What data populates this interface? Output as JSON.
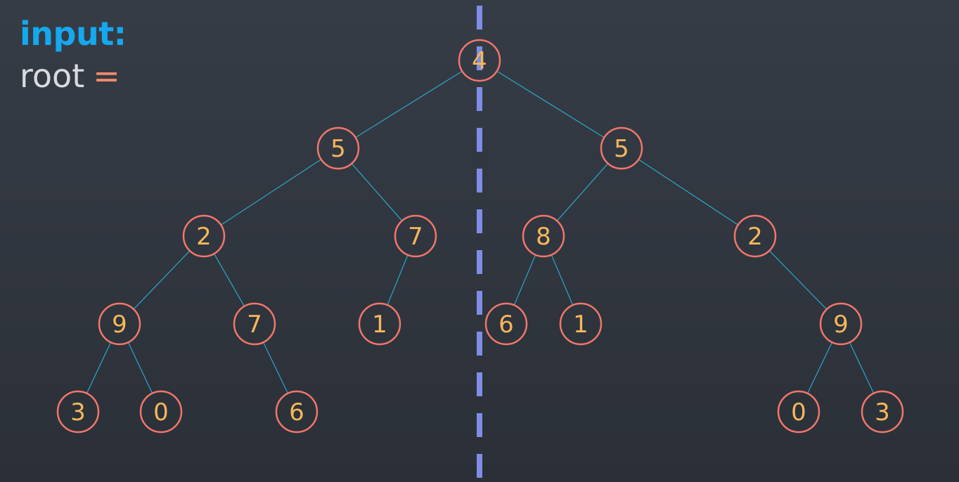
{
  "header": {
    "input_label": "input:",
    "root_label": "root",
    "equals": "="
  },
  "colors": {
    "background": "#31363f",
    "input_label": "#14a8ee",
    "node_outline": "#f2766a",
    "node_value": "#f6b75a",
    "edge": "#2aa7c9",
    "mirror_axis": "#7e8ee6"
  },
  "tree": {
    "value": "4",
    "children": [
      {
        "value": "5",
        "children": [
          {
            "value": "2",
            "children": [
              {
                "value": "9",
                "children": [
                  {
                    "value": "3",
                    "children": []
                  },
                  {
                    "value": "0",
                    "children": []
                  }
                ]
              },
              {
                "value": "7",
                "children": [
                  null,
                  {
                    "value": "6",
                    "children": []
                  }
                ]
              }
            ]
          },
          {
            "value": "7",
            "children": [
              {
                "value": "1",
                "children": []
              },
              null
            ]
          }
        ]
      },
      {
        "value": "5",
        "children": [
          {
            "value": "8",
            "children": [
              {
                "value": "6",
                "children": []
              },
              {
                "value": "1",
                "children": []
              }
            ]
          },
          {
            "value": "2",
            "children": [
              null,
              {
                "value": "9",
                "children": [
                  {
                    "value": "0",
                    "children": []
                  },
                  {
                    "value": "3",
                    "children": []
                  }
                ]
              }
            ]
          }
        ]
      }
    ]
  }
}
